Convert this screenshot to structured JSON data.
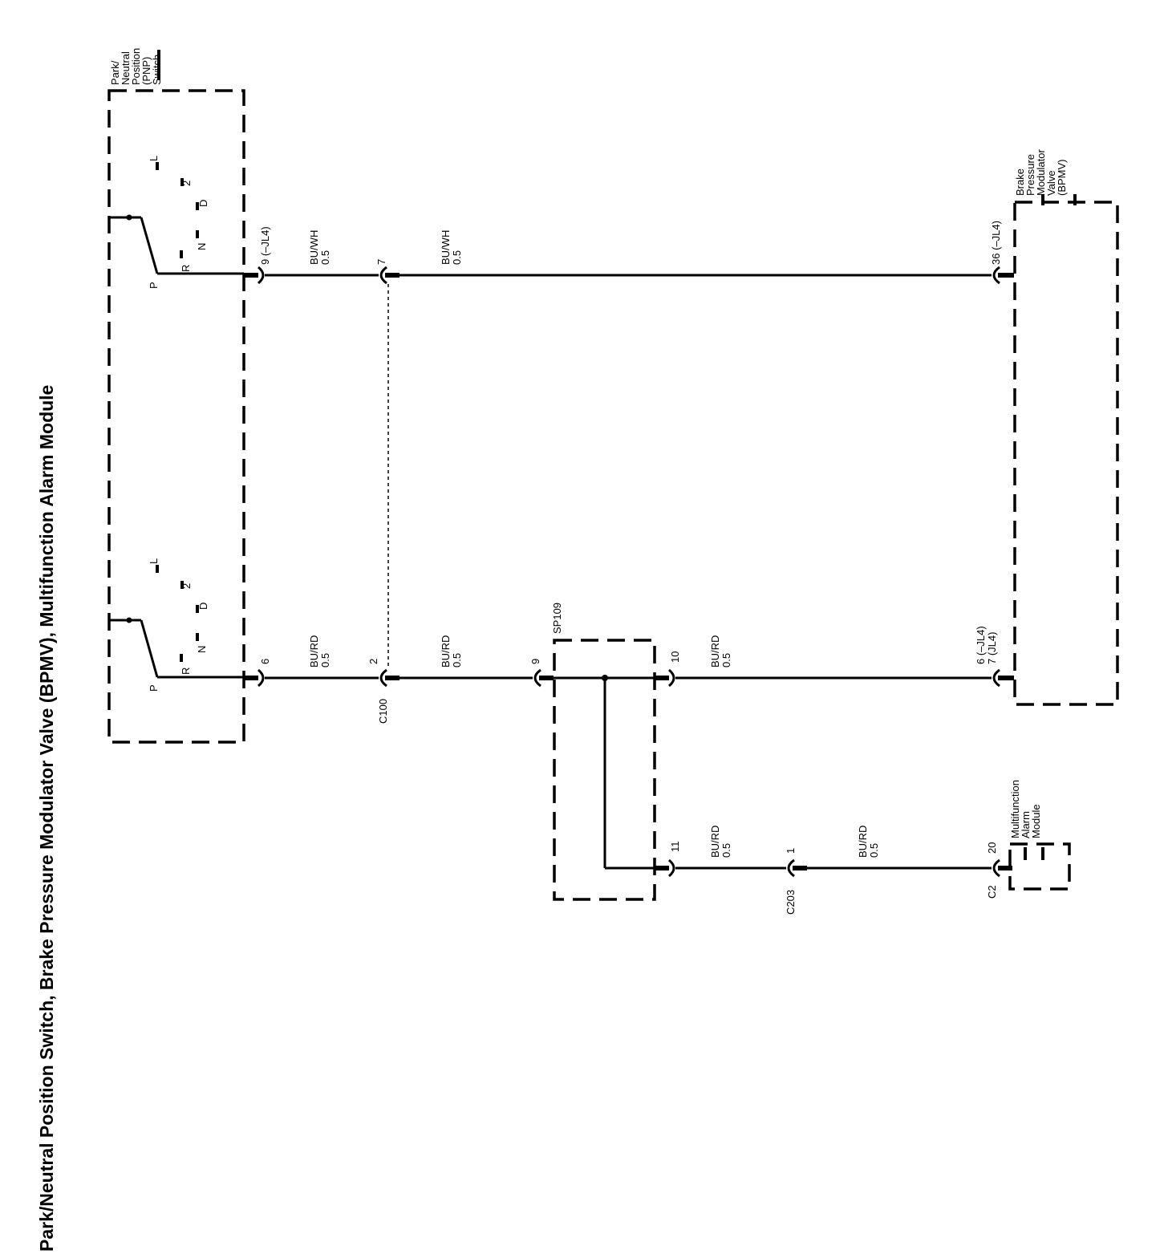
{
  "title": "Park/Neutral Position Switch, Brake Pressure Modulator Valve (BPMV), Multifunction Alarm Module",
  "components": {
    "pnp_switch": [
      "Park/",
      "Neutral",
      "Position",
      "(PNP)",
      "Switch"
    ],
    "bpmv": [
      "Brake",
      "Pressure",
      "Modulator",
      "Valve",
      "(BPMV)"
    ],
    "alarm_module": [
      "Multifunction",
      "Alarm",
      "Module"
    ],
    "splice": "SP109"
  },
  "positions": {
    "p": "P",
    "r": "R",
    "n": "N",
    "d": "D",
    "two": "2",
    "l": "L"
  },
  "connectors": {
    "c100": "C100",
    "c203": "C203",
    "c2": "C2"
  },
  "pins": {
    "pnp_top": "9 (–JL4)",
    "c100_top": "7",
    "bpmv_top": "36 (–JL4)",
    "pnp_bottom": "6",
    "c100_bottom": "2",
    "sp109_in": "9",
    "sp109_out1": "10",
    "sp109_out2": "11",
    "bpmv_bottom_a": "6 (–JL4)",
    "bpmv_bottom_b": "7 (JL4)",
    "c203": "1",
    "alarm": "20"
  },
  "wires": {
    "w1": {
      "color": "BU/WH",
      "size": "0.5"
    },
    "w2": {
      "color": "BU/WH",
      "size": "0.5"
    },
    "w3": {
      "color": "BU/RD",
      "size": "0.5"
    },
    "w4": {
      "color": "BU/RD",
      "size": "0.5"
    },
    "w5": {
      "color": "BU/RD",
      "size": "0.5"
    },
    "w6": {
      "color": "BU/RD",
      "size": "0.5"
    },
    "w7": {
      "color": "BU/RD",
      "size": "0.5"
    }
  }
}
